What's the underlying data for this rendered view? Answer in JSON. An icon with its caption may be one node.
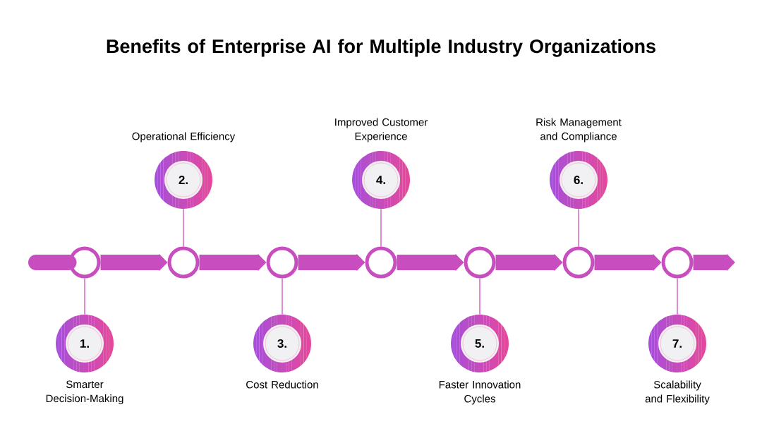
{
  "diagram": {
    "title": "Benefits of Enterprise AI for Multiple Industry Organizations",
    "nodes": [
      {
        "text": [
          "1."
        ],
        "beside": [
          "Smarter Decision-Making"
        ]
      },
      {
        "text": [
          "2."
        ],
        "beside": [
          "Operational Efficiency"
        ]
      },
      {
        "text": [
          "3."
        ],
        "beside": [
          "Cost Reduction"
        ]
      },
      {
        "text": [
          "4."
        ],
        "beside": [
          "Improved Customer Experience"
        ]
      },
      {
        "text": [
          "5."
        ],
        "beside": [
          "Faster Innovation Cycles"
        ]
      },
      {
        "text": [
          "6."
        ],
        "beside": [
          "Risk Management and Compliance"
        ]
      },
      {
        "text": [
          "7."
        ],
        "beside": [
          "Scalability and Flexibility"
        ]
      },
      {
        "text": [],
        "shape": "circle"
      },
      {
        "text": [],
        "shape": "circle"
      },
      {
        "text": [],
        "shape": "circle"
      },
      {
        "text": [],
        "shape": "circle"
      },
      {
        "text": [],
        "shape": "circle"
      },
      {
        "text": [],
        "shape": "circle"
      },
      {
        "text": [],
        "shape": "circle"
      }
    ],
    "edges": [
      {
        "from": null,
        "to": 7,
        "arrow": "none"
      },
      {
        "from": 7,
        "to": 8,
        "arrow": "to"
      },
      {
        "from": 8,
        "to": 9,
        "arrow": "to"
      },
      {
        "from": 9,
        "to": 10,
        "arrow": "to"
      },
      {
        "from": 10,
        "to": 11,
        "arrow": "to"
      },
      {
        "from": 11,
        "to": 12,
        "arrow": "to"
      },
      {
        "from": 12,
        "to": 13,
        "arrow": "to"
      },
      {
        "from": 13,
        "to": null,
        "arrow": "to"
      },
      {
        "from": 7,
        "to": 0,
        "arrow": "none"
      },
      {
        "from": 8,
        "to": 1,
        "arrow": "none"
      },
      {
        "from": 9,
        "to": 2,
        "arrow": "none"
      },
      {
        "from": 10,
        "to": 3,
        "arrow": "none"
      },
      {
        "from": 11,
        "to": 4,
        "arrow": "none"
      },
      {
        "from": 12,
        "to": 5,
        "arrow": "none"
      },
      {
        "from": 13,
        "to": 6,
        "arrow": "none"
      }
    ]
  }
}
